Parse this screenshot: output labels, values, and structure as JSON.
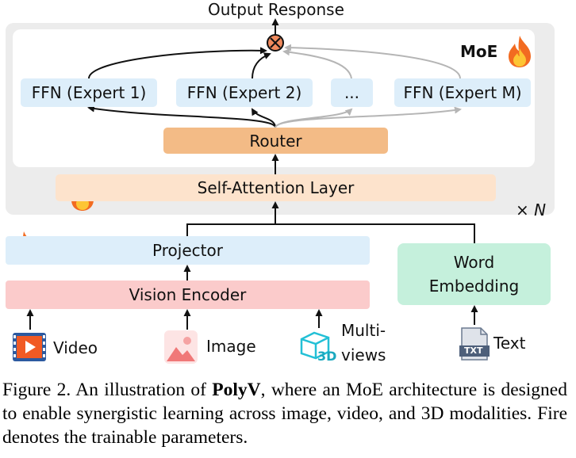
{
  "diagram": {
    "output_label": "Output Response",
    "moe_label": "MoE",
    "experts": [
      "FFN (Expert 1)",
      "FFN (Expert 2)",
      "...",
      "FFN (Expert M)"
    ],
    "router_label": "Router",
    "attention_label": "Self-Attention Layer",
    "repeat_label": "× N",
    "projector_label": "Projector",
    "vision_encoder_label": "Vision Encoder",
    "word_embedding_label": "Word Embedding",
    "inputs": {
      "video": "Video",
      "image": "Image",
      "multiviews_line1": "Multi-",
      "multiviews_line2": "views",
      "text": "Text",
      "badge_3d": "3D",
      "badge_txt": "TXT"
    }
  },
  "caption": {
    "prefix": "Figure 2.  An illustration of ",
    "bold": "PolyV",
    "suffix": ", where an MoE architecture is designed to enable synergistic learning across image, video, and 3D modalities. Fire denotes the trainable parameters."
  },
  "colors": {
    "ffn": "#ddeefa",
    "router": "#f3bb86",
    "attention": "#fde3cc",
    "vision_encoder": "#fbcbcb",
    "word_embedding": "#c5f0dc",
    "combine": "#f08a5d"
  }
}
